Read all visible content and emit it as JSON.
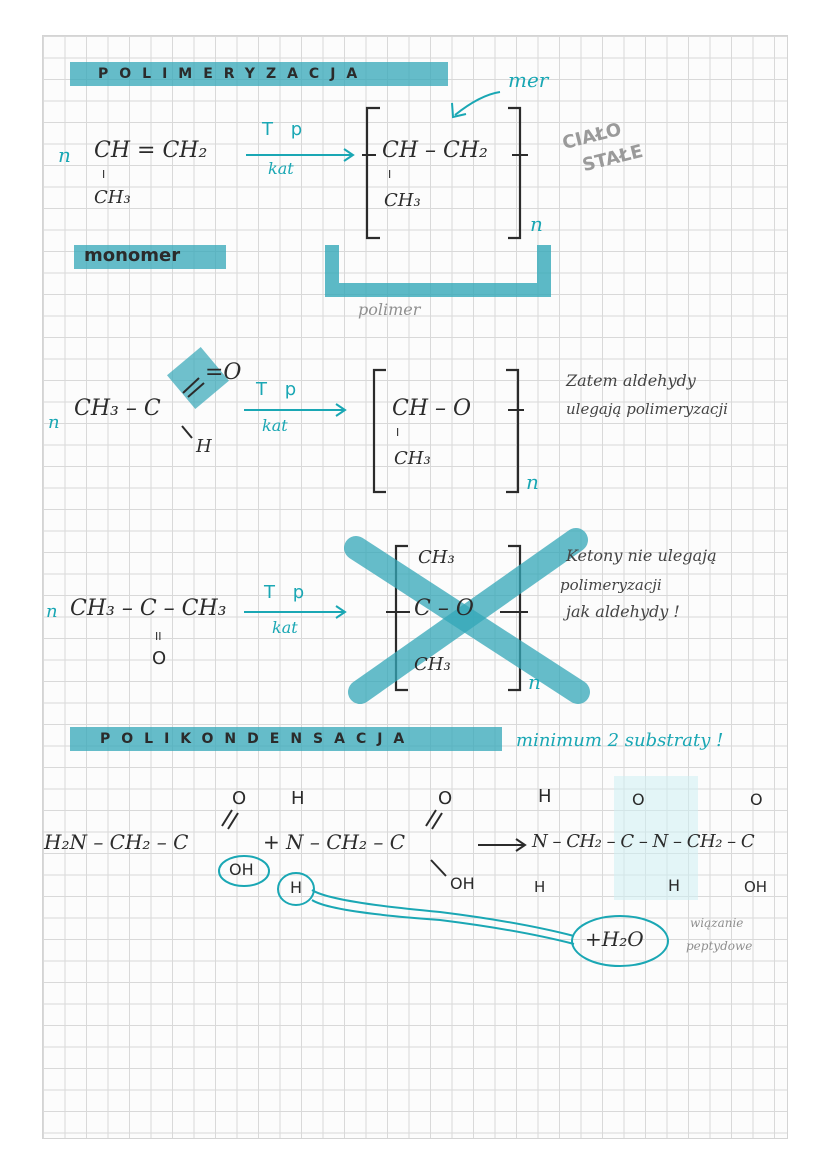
{
  "section1": {
    "heading": "POLIMERYZACJA",
    "coef": "n",
    "reactant_main": "CH = CH₂",
    "reactant_bond": "I",
    "reactant_sub": "CH₃",
    "conditions": "T p",
    "catalyst": "kat",
    "product_main": "CH – CH₂",
    "product_bond": "I",
    "product_sub": "CH₃",
    "product_index": "n",
    "note_mer": "mer",
    "state_line1": "CIAŁO",
    "state_line2": "STAŁE",
    "label_monomer": "monomer",
    "label_polymer": "polimer"
  },
  "section2": {
    "coef": "n",
    "reactant": "CH₃ – C",
    "oxygen": "=O",
    "hydrogen": "H",
    "conditions": "T p",
    "catalyst": "kat",
    "product_main": "CH – O",
    "product_bond": "I",
    "product_sub": "CH₃",
    "product_index": "n",
    "note_line1": "Zatem aldehydy",
    "note_line2": "ulegają polimeryzacji"
  },
  "section3": {
    "coef": "n",
    "reactant": "CH₃ – C – CH₃",
    "reactant_bond": "II",
    "reactant_oxygen": "O",
    "conditions": "T p",
    "catalyst": "kat",
    "product_top": "CH₃",
    "product_main": "C – O",
    "product_bottom": "CH₃",
    "product_index": "n",
    "note_line1": "Ketony nie ulegają",
    "note_line2": "polimeryzacji",
    "note_line3": "jak aldehydy !"
  },
  "section4": {
    "heading": "POLIKONDENSACJA",
    "note_substrates": "minimum 2 substraty !",
    "reactant1": "H₂N – CH₂ – C",
    "reactant1_o": "O",
    "reactant1_oh": "OH",
    "plus": "+",
    "reactant2_h_top": "H",
    "reactant2": "N – CH₂ – C",
    "reactant2_h": "H",
    "reactant2_o": "O",
    "reactant2_oh": "OH",
    "arrow": "→",
    "product": "N – CH₂ – C – N – CH₂ – C",
    "product_h_top": "H",
    "product_h_bottom": "H",
    "product_o1": "O",
    "product_h_mid": "H",
    "product_o2": "O",
    "product_oh": "OH",
    "water": "+H₂O",
    "bond_line1": "wiązanie",
    "bond_line2": "peptydowe"
  },
  "colors": {
    "ink": "#2b2b2b",
    "accent": "#1aa7b4",
    "highlight": "#33a7b8"
  }
}
